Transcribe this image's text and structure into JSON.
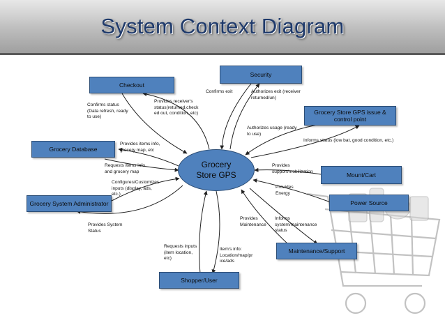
{
  "title": "System Context Diagram",
  "colors": {
    "entity_fill": "#4f81bd",
    "entity_border": "#2c4d75",
    "title_text": "#1f3a6b",
    "arrow": "#222222"
  },
  "hub": {
    "line1": "Grocery",
    "line2": "Store GPS"
  },
  "entities": {
    "checkout": "Checkout",
    "security": "Security",
    "gps_issue_control": "Grocery Store GPS issue & control point",
    "grocery_database": "Grocery Database",
    "mount_cart": "Mount/Cart",
    "system_administrator": "Grocery System Administrator",
    "power_source": "Power Source",
    "maintenance_support": "Maintenance/Support",
    "shopper_user": "Shopper/User"
  },
  "flows": {
    "confirms_status": "Confirms status\n(Data refresh, ready\nto use)",
    "provides_receivers_status": "Provides receiver's\nstatus(returned,check\ned out, condition, etc)",
    "confirms_exit": "Confirms exit",
    "authorizes_exit": "Authorizes exit (receiver\nreturned/un)",
    "authorizes_usage": "Authorizes usage (ready\nto use)",
    "informs_status_battery": "Informs status (low bat, good condition, etc.)",
    "provides_items_info": "Provides items info,\ngrocery map, etc",
    "requests_items_info": "Requests items info\nand grocery map",
    "configures_inputs": "Configures/Customizes\ninputs (display, ads,\netc.)",
    "provides_system_status": "Provides System\nStatus",
    "provides_support": "Provides\nsupport/mobilization",
    "provides_energy": "Provides\nEnergy",
    "provides_maintenance": "Provides\nMaintenance",
    "informs_maintenance_status": "Informs\nsystem/maintenance\nstatus",
    "requests_inputs": "Requests inputs\n(item location,\netc)",
    "items_info": "Item's info:\nLocation/map/pr\nice/ads"
  }
}
